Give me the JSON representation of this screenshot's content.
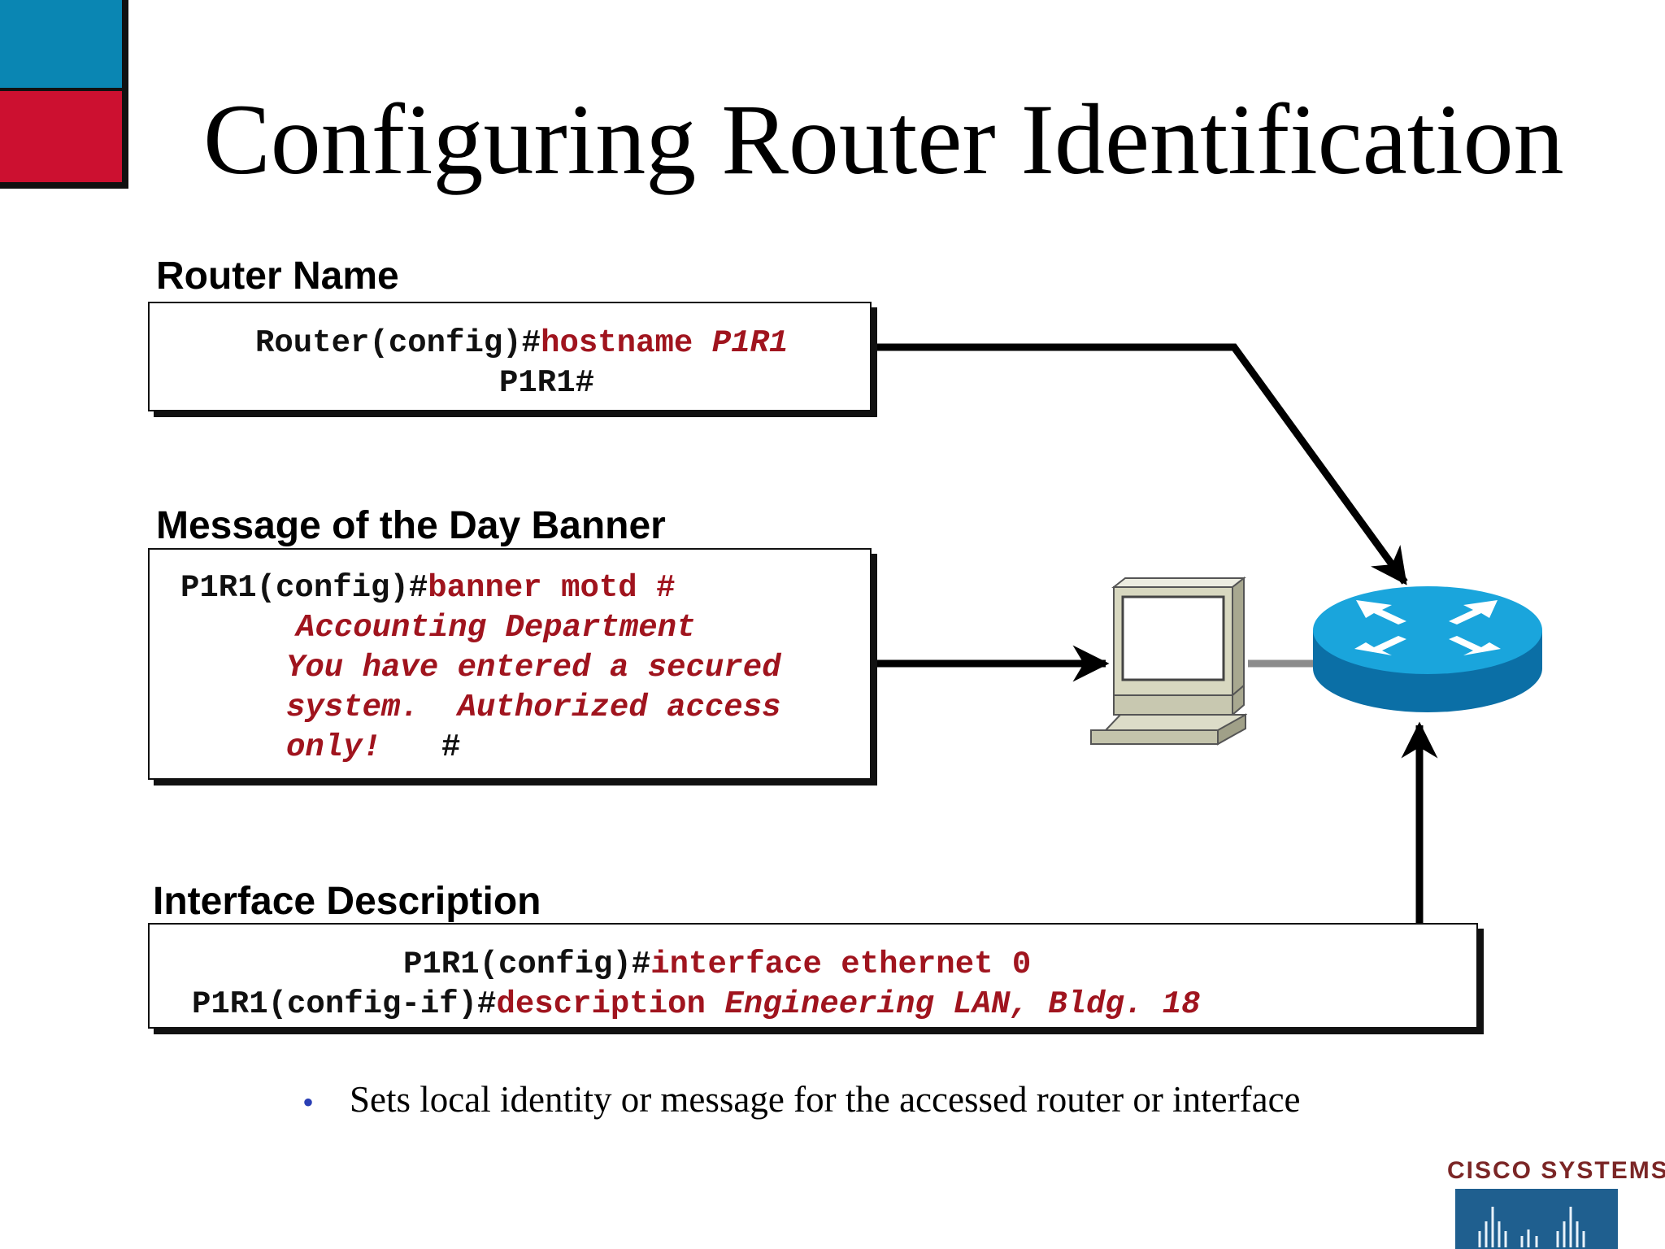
{
  "title": "Configuring Router Identification",
  "sections": {
    "router_name": {
      "label": "Router Name",
      "line1_prompt": "Router(config)#",
      "line1_cmd": "hostname ",
      "line1_arg": "P1R1",
      "line2": "P1R1#"
    },
    "motd": {
      "label": "Message of the Day Banner",
      "line1_prompt": "P1R1(config)#",
      "line1_cmd": "banner motd #",
      "line2": "Accounting Department",
      "line3": "You have entered a secured",
      "line4": "system.  Authorized access",
      "line5_msg": "only!",
      "line5_end": "#"
    },
    "interface": {
      "label": "Interface Description",
      "line1_prompt": "P1R1(config)#",
      "line1_cmd": "interface ethernet 0",
      "line2_prompt": "P1R1(config-if)#",
      "line2_cmd": "description ",
      "line2_arg": "Engineering LAN, Bldg. 18"
    }
  },
  "bullet": "Sets local identity or message for the accessed router or interface",
  "logo": "Cisco Systems",
  "colors": {
    "accent_blue": "#0a86b3",
    "accent_red": "#cc1030",
    "command_red": "#a0141e",
    "router_blue": "#1aa5dc",
    "computer_beige": "#d8d8c0",
    "bullet_blue": "#2a3fb5"
  },
  "icons": {
    "router": "router-icon",
    "computer": "computer-icon",
    "logo": "cisco-logo"
  }
}
